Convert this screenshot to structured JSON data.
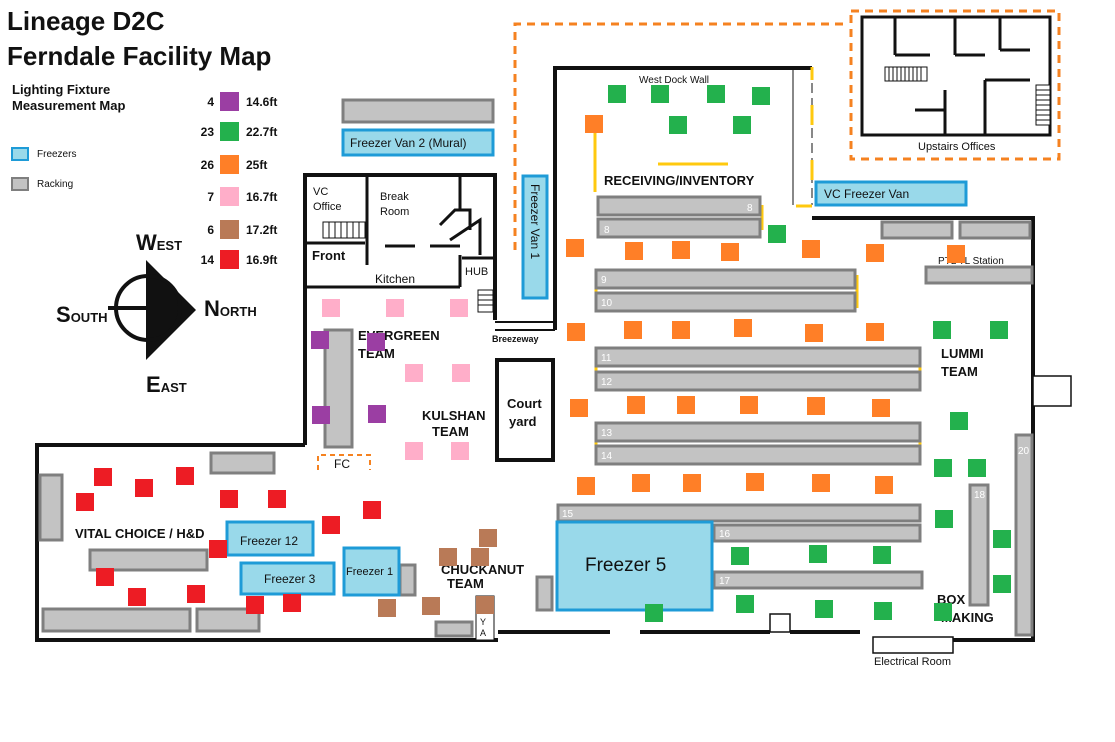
{
  "header": {
    "title_line1": "Lineage D2C",
    "title_line2": "Ferndale Facility Map",
    "subtitle_line1": "Lighting Fixture",
    "subtitle_line2": "Measurement Map"
  },
  "colors": {
    "purple": "#9b3ea3",
    "green": "#23b14d",
    "orange": "#ff7f27",
    "pink": "#ffaec9",
    "brown": "#b97a57",
    "red": "#ed1c24",
    "freezer_fill": "#99d9ea",
    "freezer_border": "#1e9bd7",
    "rack_fill": "#c3c3c3",
    "rack_border": "#7f7f7f",
    "dock": "#ffc90e",
    "upstairs_border": "#f58220"
  },
  "legend": [
    {
      "count": "4",
      "height": "14.6ft",
      "color": "#9b3ea3"
    },
    {
      "count": "23",
      "height": "22.7ft",
      "color": "#23b14d"
    },
    {
      "count": "26",
      "height": "25ft",
      "color": "#ff7f27"
    },
    {
      "count": "7",
      "height": "16.7ft",
      "color": "#ffaec9"
    },
    {
      "count": "6",
      "height": "17.2ft",
      "color": "#b97a57"
    },
    {
      "count": "14",
      "height": "16.9ft",
      "color": "#ed1c24"
    }
  ],
  "key": {
    "freezers": "Freezers",
    "racking": "Racking"
  },
  "compass": {
    "west": "WEST",
    "south": "SOUTH",
    "north": "NORTH",
    "east": "EAST"
  },
  "areas": {
    "receiving": "RECEIVING/INVENTORY",
    "west_dock_wall": "West Dock Wall",
    "upstairs_offices": "Upstairs Offices",
    "vc_office_1": "VC",
    "vc_office_2": "Office",
    "break_room_1": "Break",
    "break_room_2": "Room",
    "front": "Front",
    "kitchen": "Kitchen",
    "hub": "HUB",
    "evergreen_1": "EVERGREEN",
    "evergreen_2": "TEAM",
    "kulshan_1": "KULSHAN",
    "kulshan_2": "TEAM",
    "breezeway": "Breezeway",
    "courtyard_1": "Court",
    "courtyard_2": "yard",
    "lummi_1": "LUMMI",
    "lummi_2": "TEAM",
    "vital_choice": "VITAL CHOICE / H&D",
    "chuckanut_1": "CHUCKANUT",
    "chuckanut_2": "TEAM",
    "box_making_1": "BOX",
    "box_making_2": "MAKING",
    "electrical_room": "Electrical Room",
    "pt_station": "PTL   TL Station",
    "fc": "FC",
    "ya_1": "Y",
    "ya_2": "A"
  },
  "freezers": {
    "van2": "Freezer Van 2 (Mural)",
    "van1": "Freezer Van 1",
    "vc_van": "VC Freezer Van",
    "f12": "Freezer 12",
    "f3": "Freezer 3",
    "f1": "Freezer 1",
    "f5": "Freezer 5"
  },
  "rack_numbers": [
    "8",
    "8",
    "9",
    "10",
    "11",
    "12",
    "13",
    "14",
    "15",
    "16",
    "17",
    "18",
    "20"
  ]
}
